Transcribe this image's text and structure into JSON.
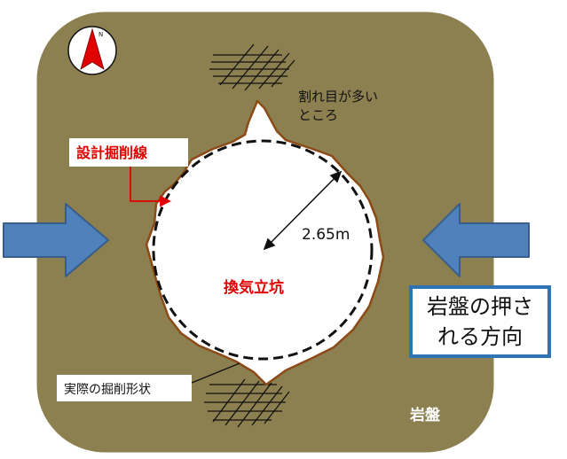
{
  "labels": {
    "cracks": [
      "割れ目が多い",
      "ところ"
    ],
    "design_line": "設計掘削線",
    "radius": "2.65m",
    "shaft": "換気立坑",
    "actual_shape": "実際の掘削形状",
    "rock": "岩盤",
    "compass_n": "N",
    "pressure_direction": [
      "岩盤の押さ",
      "れる方向"
    ]
  },
  "colors": {
    "rock_fill": "#8c8050",
    "rock_border": "#ffffff",
    "excavation_outline": "#8b4a16",
    "design_line_red": "#e00000",
    "arrow_fill": "#4f81bd",
    "arrow_stroke": "#385d8a",
    "callout_border": "#2e74b5"
  },
  "icons": {
    "compass": "north-arrow-icon",
    "pressure_arrows": "block-arrow-icon"
  }
}
